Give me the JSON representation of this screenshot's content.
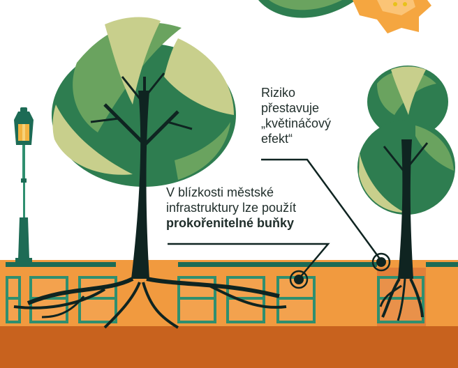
{
  "annotations": {
    "risk": {
      "lines": [
        "Riziko",
        "přestavuje",
        "„květináčový",
        "efekt“"
      ]
    },
    "infrastructure": {
      "lines": [
        "V blízkosti městské",
        "infrastruktury lze použít"
      ],
      "emphasis": "prokořenitelné buňky"
    }
  },
  "colors": {
    "soil_light": "#f19a3f",
    "soil_dark": "#c8621e",
    "leaf_dark": "#2e7d50",
    "leaf_mid": "#6aa35f",
    "leaf_light": "#c8cf8c",
    "trunk": "#0f2421",
    "cell_frame": "#2f8f6f",
    "pavement": "#1d6b55",
    "flower": "#f5a640"
  },
  "icons": [
    "street-lamp-icon",
    "large-tree-icon",
    "small-tree-icon",
    "root-cell-icon",
    "target-marker-icon"
  ]
}
